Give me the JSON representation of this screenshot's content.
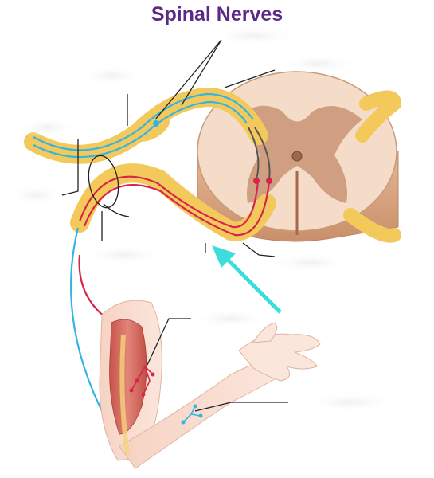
{
  "title": "Spinal Nerves",
  "colors": {
    "title": "#5b2a86",
    "sensory_fiber": "#35b4e4",
    "motor_fiber": "#d6254b",
    "nerve_sheath": "#f3c95c",
    "white_matter": "#f4dcc8",
    "gray_matter": "#c99374",
    "pointer_arrow": "#3fdcdc",
    "leader_line": "#222222"
  },
  "labels": [
    {
      "id": "label-1",
      "text": ""
    },
    {
      "id": "label-2",
      "text": ""
    },
    {
      "id": "label-3",
      "text": ""
    },
    {
      "id": "label-4",
      "text": ""
    },
    {
      "id": "label-5",
      "text": ""
    },
    {
      "id": "label-6",
      "text": ""
    },
    {
      "id": "label-7",
      "text": ""
    },
    {
      "id": "label-8",
      "text": ""
    },
    {
      "id": "label-9",
      "text": ""
    }
  ]
}
